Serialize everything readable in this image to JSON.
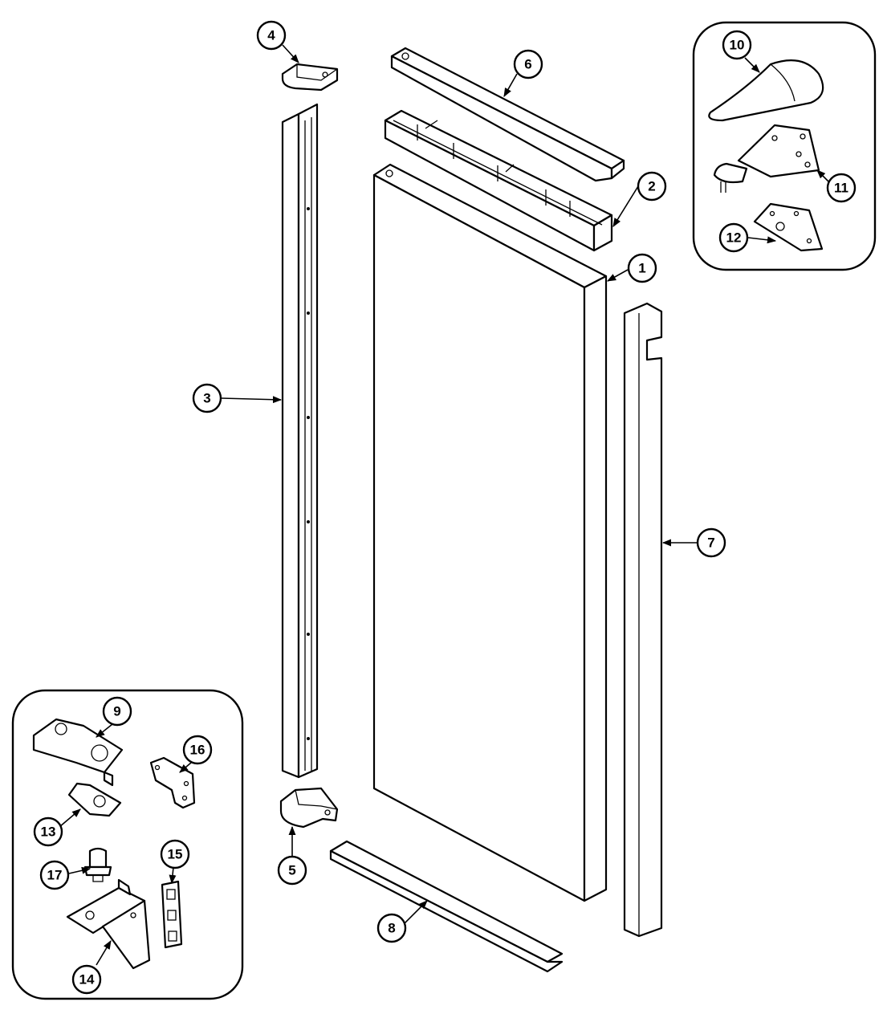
{
  "callouts": [
    {
      "id": "c1",
      "label": "1"
    },
    {
      "id": "c2",
      "label": "2"
    },
    {
      "id": "c3",
      "label": "3"
    },
    {
      "id": "c4",
      "label": "4"
    },
    {
      "id": "c5",
      "label": "5"
    },
    {
      "id": "c6",
      "label": "6"
    },
    {
      "id": "c7",
      "label": "7"
    },
    {
      "id": "c8",
      "label": "8"
    },
    {
      "id": "c9",
      "label": "9"
    },
    {
      "id": "c10",
      "label": "10"
    },
    {
      "id": "c11",
      "label": "11"
    },
    {
      "id": "c12",
      "label": "12"
    },
    {
      "id": "c13",
      "label": "13"
    },
    {
      "id": "c14",
      "label": "14"
    },
    {
      "id": "c15",
      "label": "15"
    },
    {
      "id": "c16",
      "label": "16"
    },
    {
      "id": "c17",
      "label": "17"
    }
  ],
  "colors": {
    "ink": "#000000",
    "paper": "#ffffff"
  }
}
